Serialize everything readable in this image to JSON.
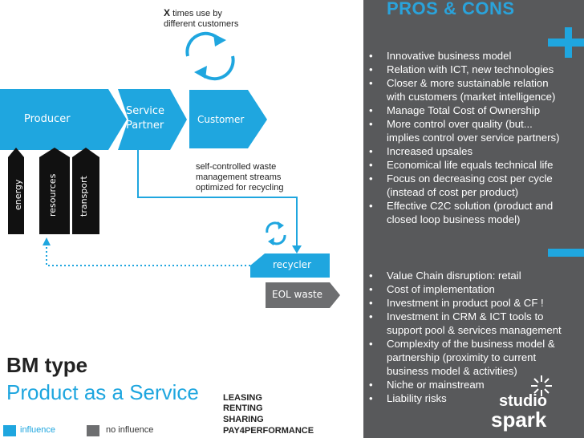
{
  "diagram": {
    "note_top": "X times use by\ndifferent customers",
    "note_top_x": "X",
    "note_top_rest": " times use by",
    "note_top_line2": "different customers",
    "producer": "Producer",
    "service_partner_line1": "Service",
    "service_partner_line2": "Partner",
    "customer": "Customer",
    "inputs": [
      "energy",
      "resources",
      "transport"
    ],
    "note_waste_line1": "self-controlled waste",
    "note_waste_line2": "management streams",
    "note_waste_line3": "optimized for recycling",
    "recycler": "recycler",
    "eol_waste": "EOL waste"
  },
  "bm": {
    "type_label": "BM type",
    "name": "Product as a Service",
    "variants": [
      "LEASING",
      "RENTING",
      "SHARING",
      "PAY4PERFORMANCE"
    ]
  },
  "legend": {
    "influence": "influence",
    "no_influence": "no influence"
  },
  "panel": {
    "title": "PROS & CONS",
    "pros": [
      [
        "Innovative business model"
      ],
      [
        "Relation with ICT, new technologies"
      ],
      [
        "Closer & more sustainable relation",
        "with customers (market intelligence)"
      ],
      [
        "Manage Total Cost of Ownership"
      ],
      [
        "More control over quality (but...",
        "implies control over service partners)"
      ],
      [
        "Increased upsales"
      ],
      [
        "Economical life equals technical life"
      ],
      [
        "Focus on decreasing cost per cycle",
        "(instead of cost per product)"
      ],
      [
        "Effective C2C solution (product and",
        "closed loop business model)"
      ]
    ],
    "cons": [
      [
        "Value Chain disruption: retail"
      ],
      [
        "Cost of implementation"
      ],
      [
        "Investment in product pool & CF !"
      ],
      [
        "Investment in CRM & ICT tools to",
        "support pool & services management"
      ],
      [
        "Complexity of the business model &",
        "partnership (proximity to current",
        "business model & activities)"
      ],
      [
        "Niche or mainstream"
      ],
      [
        "Liability risks"
      ]
    ],
    "bullet": "•",
    "logo_line1": "studio",
    "logo_line2": "spark"
  },
  "colors": {
    "accent": "#1fa6df",
    "panel": "#58595b",
    "gray": "#6d6e70",
    "black": "#111111"
  }
}
